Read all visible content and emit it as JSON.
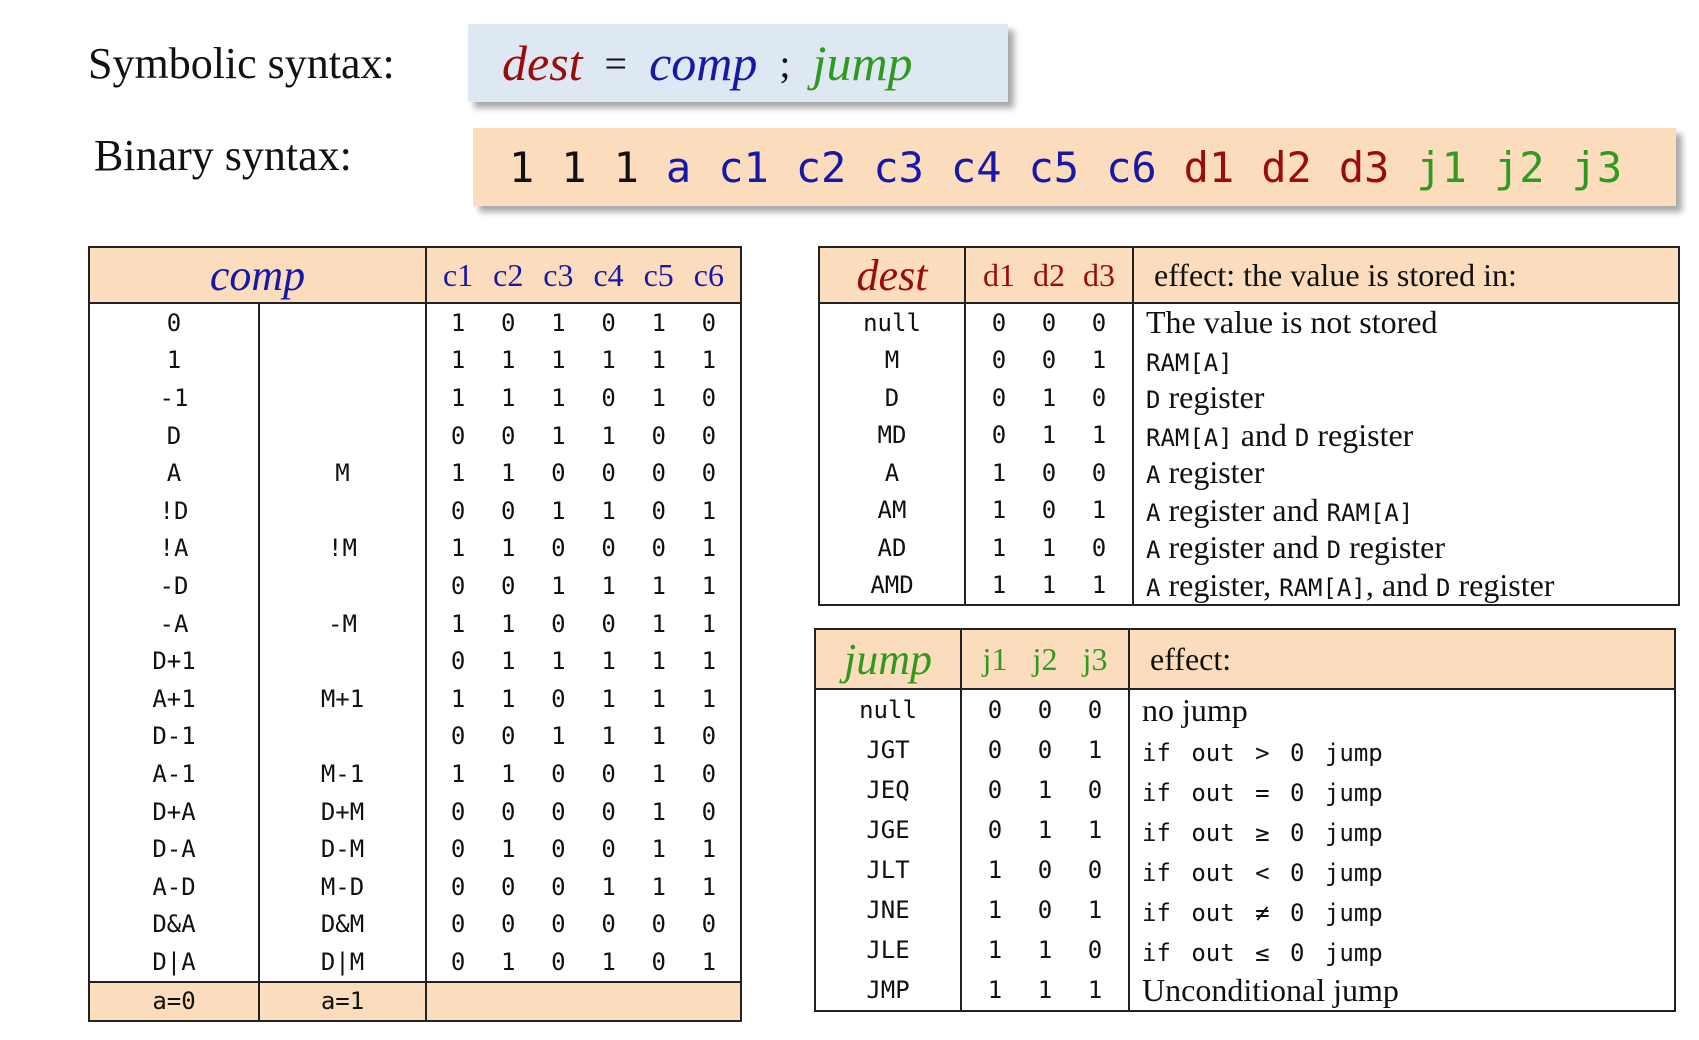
{
  "symbolic": {
    "label": "Symbolic syntax:",
    "dest": "dest",
    "eq": "=",
    "comp": "comp",
    "semi": ";",
    "jump": "jump"
  },
  "binary": {
    "label": "Binary syntax:",
    "tokens": [
      {
        "text": "1",
        "color": "#111111"
      },
      {
        "text": "1",
        "color": "#111111"
      },
      {
        "text": "1",
        "color": "#111111"
      },
      {
        "text": "a",
        "color": "#1818a8"
      },
      {
        "text": "c1",
        "color": "#1818a8"
      },
      {
        "text": "c2",
        "color": "#1818a8"
      },
      {
        "text": "c3",
        "color": "#1818a8"
      },
      {
        "text": "c4",
        "color": "#1818a8"
      },
      {
        "text": "c5",
        "color": "#1818a8"
      },
      {
        "text": "c6",
        "color": "#1818a8"
      },
      {
        "text": "d1",
        "color": "#9a0c0c"
      },
      {
        "text": "d2",
        "color": "#9a0c0c"
      },
      {
        "text": "d3",
        "color": "#9a0c0c"
      },
      {
        "text": "j1",
        "color": "#2f9a1f"
      },
      {
        "text": "j2",
        "color": "#2f9a1f"
      },
      {
        "text": "j3",
        "color": "#2f9a1f"
      }
    ]
  },
  "comp_table": {
    "title": "comp",
    "bit_headers": [
      "c1",
      "c2",
      "c3",
      "c4",
      "c5",
      "c6"
    ],
    "rows": [
      {
        "a0": "0",
        "a1": "",
        "bits": [
          "1",
          "0",
          "1",
          "0",
          "1",
          "0"
        ]
      },
      {
        "a0": "1",
        "a1": "",
        "bits": [
          "1",
          "1",
          "1",
          "1",
          "1",
          "1"
        ]
      },
      {
        "a0": "-1",
        "a1": "",
        "bits": [
          "1",
          "1",
          "1",
          "0",
          "1",
          "0"
        ]
      },
      {
        "a0": "D",
        "a1": "",
        "bits": [
          "0",
          "0",
          "1",
          "1",
          "0",
          "0"
        ]
      },
      {
        "a0": "A",
        "a1": "M",
        "bits": [
          "1",
          "1",
          "0",
          "0",
          "0",
          "0"
        ]
      },
      {
        "a0": "!D",
        "a1": "",
        "bits": [
          "0",
          "0",
          "1",
          "1",
          "0",
          "1"
        ]
      },
      {
        "a0": "!A",
        "a1": "!M",
        "bits": [
          "1",
          "1",
          "0",
          "0",
          "0",
          "1"
        ]
      },
      {
        "a0": "-D",
        "a1": "",
        "bits": [
          "0",
          "0",
          "1",
          "1",
          "1",
          "1"
        ]
      },
      {
        "a0": "-A",
        "a1": "-M",
        "bits": [
          "1",
          "1",
          "0",
          "0",
          "1",
          "1"
        ]
      },
      {
        "a0": "D+1",
        "a1": "",
        "bits": [
          "0",
          "1",
          "1",
          "1",
          "1",
          "1"
        ]
      },
      {
        "a0": "A+1",
        "a1": "M+1",
        "bits": [
          "1",
          "1",
          "0",
          "1",
          "1",
          "1"
        ]
      },
      {
        "a0": "D-1",
        "a1": "",
        "bits": [
          "0",
          "0",
          "1",
          "1",
          "1",
          "0"
        ]
      },
      {
        "a0": "A-1",
        "a1": "M-1",
        "bits": [
          "1",
          "1",
          "0",
          "0",
          "1",
          "0"
        ]
      },
      {
        "a0": "D+A",
        "a1": "D+M",
        "bits": [
          "0",
          "0",
          "0",
          "0",
          "1",
          "0"
        ]
      },
      {
        "a0": "D-A",
        "a1": "D-M",
        "bits": [
          "0",
          "1",
          "0",
          "0",
          "1",
          "1"
        ]
      },
      {
        "a0": "A-D",
        "a1": "M-D",
        "bits": [
          "0",
          "0",
          "0",
          "1",
          "1",
          "1"
        ]
      },
      {
        "a0": "D&A",
        "a1": "D&M",
        "bits": [
          "0",
          "0",
          "0",
          "0",
          "0",
          "0"
        ]
      },
      {
        "a0": "D|A",
        "a1": "D|M",
        "bits": [
          "0",
          "1",
          "0",
          "1",
          "0",
          "1"
        ]
      }
    ],
    "footer": {
      "a0": "a=0",
      "a1": "a=1"
    }
  },
  "dest_table": {
    "title": "dest",
    "bit_headers": [
      "d1",
      "d2",
      "d3"
    ],
    "effect_header": "effect: the value is stored in:",
    "rows": [
      {
        "name": "null",
        "bits": [
          "0",
          "0",
          "0"
        ],
        "effect": [
          {
            "t": "The value is not stored",
            "m": false
          }
        ]
      },
      {
        "name": "M",
        "bits": [
          "0",
          "0",
          "1"
        ],
        "effect": [
          {
            "t": "RAM[A]",
            "m": true
          }
        ]
      },
      {
        "name": "D",
        "bits": [
          "0",
          "1",
          "0"
        ],
        "effect": [
          {
            "t": "D",
            "m": true
          },
          {
            "t": " register",
            "m": false
          }
        ]
      },
      {
        "name": "MD",
        "bits": [
          "0",
          "1",
          "1"
        ],
        "effect": [
          {
            "t": "RAM[A]",
            "m": true
          },
          {
            "t": " and ",
            "m": false
          },
          {
            "t": "D",
            "m": true
          },
          {
            "t": " register",
            "m": false
          }
        ]
      },
      {
        "name": "A",
        "bits": [
          "1",
          "0",
          "0"
        ],
        "effect": [
          {
            "t": "A",
            "m": true
          },
          {
            "t": " register",
            "m": false
          }
        ]
      },
      {
        "name": "AM",
        "bits": [
          "1",
          "0",
          "1"
        ],
        "effect": [
          {
            "t": "A",
            "m": true
          },
          {
            "t": " register and ",
            "m": false
          },
          {
            "t": "RAM[A]",
            "m": true
          }
        ]
      },
      {
        "name": "AD",
        "bits": [
          "1",
          "1",
          "0"
        ],
        "effect": [
          {
            "t": "A",
            "m": true
          },
          {
            "t": " register and ",
            "m": false
          },
          {
            "t": "D",
            "m": true
          },
          {
            "t": " register",
            "m": false
          }
        ]
      },
      {
        "name": "AMD",
        "bits": [
          "1",
          "1",
          "1"
        ],
        "effect": [
          {
            "t": "A",
            "m": true
          },
          {
            "t": " register, ",
            "m": false
          },
          {
            "t": "RAM[A]",
            "m": true
          },
          {
            "t": ", and ",
            "m": false
          },
          {
            "t": "D",
            "m": true
          },
          {
            "t": " register",
            "m": false
          }
        ]
      }
    ]
  },
  "jump_table": {
    "title": "jump",
    "bit_headers": [
      "j1",
      "j2",
      "j3"
    ],
    "effect_header": "effect:",
    "rows": [
      {
        "name": "null",
        "bits": [
          "0",
          "0",
          "0"
        ],
        "effect": "no jump",
        "mono": false
      },
      {
        "name": "JGT",
        "bits": [
          "0",
          "0",
          "1"
        ],
        "effect": "if out > 0 jump",
        "mono": true
      },
      {
        "name": "JEQ",
        "bits": [
          "0",
          "1",
          "0"
        ],
        "effect": "if out = 0 jump",
        "mono": true
      },
      {
        "name": "JGE",
        "bits": [
          "0",
          "1",
          "1"
        ],
        "effect": "if out ≥ 0 jump",
        "mono": true
      },
      {
        "name": "JLT",
        "bits": [
          "1",
          "0",
          "0"
        ],
        "effect": "if out < 0 jump",
        "mono": true
      },
      {
        "name": "JNE",
        "bits": [
          "1",
          "0",
          "1"
        ],
        "effect": "if out ≠ 0 jump",
        "mono": true
      },
      {
        "name": "JLE",
        "bits": [
          "1",
          "1",
          "0"
        ],
        "effect": "if out ≤ 0 jump",
        "mono": true
      },
      {
        "name": "JMP",
        "bits": [
          "1",
          "1",
          "1"
        ],
        "effect": "Unconditional jump",
        "mono": false
      }
    ]
  },
  "colors": {
    "dest": "#9a0c0c",
    "comp": "#1818a8",
    "jump": "#2f9a1f",
    "header_bg": "#fbdcbc",
    "symbolic_bg": "#dde8f3"
  }
}
